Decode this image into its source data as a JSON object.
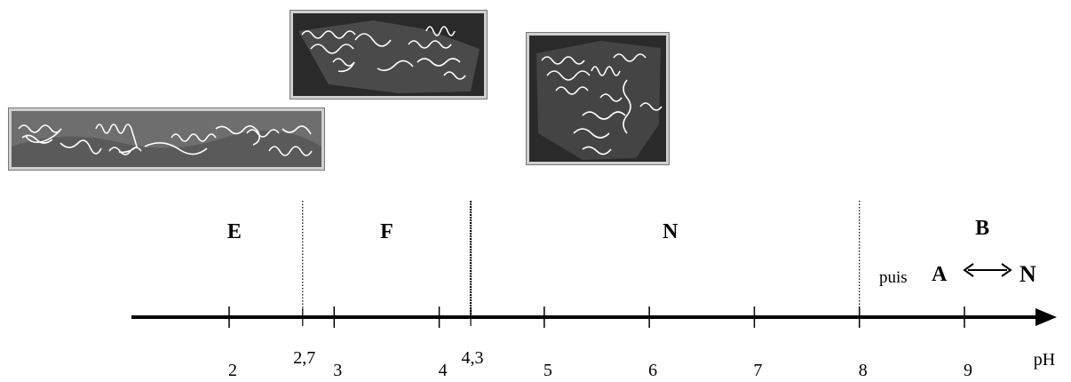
{
  "regions": [
    {
      "id": "E",
      "label": "E",
      "ph_center": 2.05
    },
    {
      "id": "F",
      "label": "F",
      "ph_center": 3.5
    },
    {
      "id": "N",
      "label": "N",
      "ph_center": 6.2
    },
    {
      "id": "B",
      "label": "B",
      "ph_center": 9.17
    }
  ],
  "equilibrium": {
    "prefix": "puis",
    "from_state": "A",
    "to_state": "N",
    "arrow": "double-headed-arrow"
  },
  "axis": {
    "unit_label": "pH",
    "min": 1.1,
    "max": 10.1,
    "ticks": [
      2,
      3,
      4,
      5,
      6,
      7,
      8,
      9
    ],
    "tick_labels": [
      "2",
      "3",
      "4",
      "5",
      "6",
      "7",
      "8",
      "9"
    ]
  },
  "boundaries": [
    {
      "ph": 2.7,
      "label": "2,7",
      "style": "dotted"
    },
    {
      "ph": 4.3,
      "label": "4,3",
      "style": "dotted-heavy"
    },
    {
      "ph": 8.0,
      "label": "",
      "style": "dotted"
    }
  ],
  "structures": [
    {
      "id": "extended-form-image",
      "state": "E"
    },
    {
      "id": "fast-form-image",
      "state": "F"
    },
    {
      "id": "native-form-image",
      "state": "N"
    }
  ],
  "colors": {
    "axis": "#000000",
    "image_bg_dark": "#2a2a2a",
    "image_bg_mid": "#6e6e6e",
    "ribbon": "#ffffff"
  }
}
